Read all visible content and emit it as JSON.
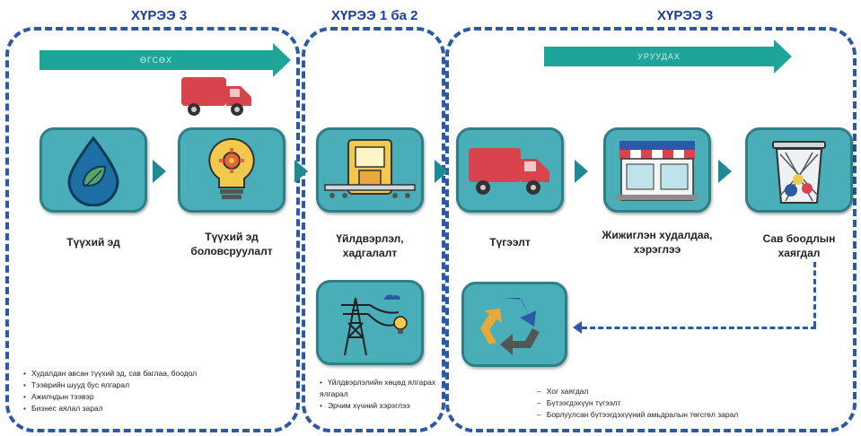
{
  "scopes": {
    "left_title": "ХҮРЭЭ 3",
    "middle_title": "ХҮРЭЭ 1 ба 2",
    "right_title": "ХҮРЭЭ 3"
  },
  "bands": {
    "upstream": "ӨГСӨХ",
    "downstream": "УРУУДАХ"
  },
  "steps": {
    "raw_material": "Түүхий эд",
    "processing": "Түүхий эд\nболовсруулалт",
    "production": "Үйлдвэрлэл,\nхадгалалт",
    "distribution": "Түгээлт",
    "retail": "Жижиглэн худалдаа,\nхэрэглээ",
    "disposal": "Сав боодлын\nхаягдал"
  },
  "notes": {
    "left": [
      "Худалдан авсан түүхий эд, сав баглаа, боодол",
      "Тээврийн шууд бус ялгарал",
      "Ажилчдын тээвэр",
      "Бизнес аялал зарал"
    ],
    "middle": [
      "Үйлдвэрлэлийн хөцөд ялгарах ялгарал",
      "Эрчим хүчний хэрэглээ"
    ],
    "right": [
      "Хог хаягдал",
      "Бүтээгдэхүүн түгээлт",
      "Борлуулсан бүтээгдэхүүний амьдралын төгсгөл зарал"
    ]
  },
  "icons": {
    "truck": "truck-icon",
    "leaf_drop": "leaf-drop-icon",
    "bulb_gear": "bulb-gear-icon",
    "factory": "factory-machine-icon",
    "power": "power-tower-icon",
    "delivery": "delivery-truck-icon",
    "shop": "shop-icon",
    "trash": "trash-bin-icon",
    "recycle": "recycle-icon"
  },
  "colors": {
    "scope_border": "#2b59a6",
    "band": "#1ea59a",
    "tile": "#49aeb8",
    "truck": "#d9434d"
  }
}
